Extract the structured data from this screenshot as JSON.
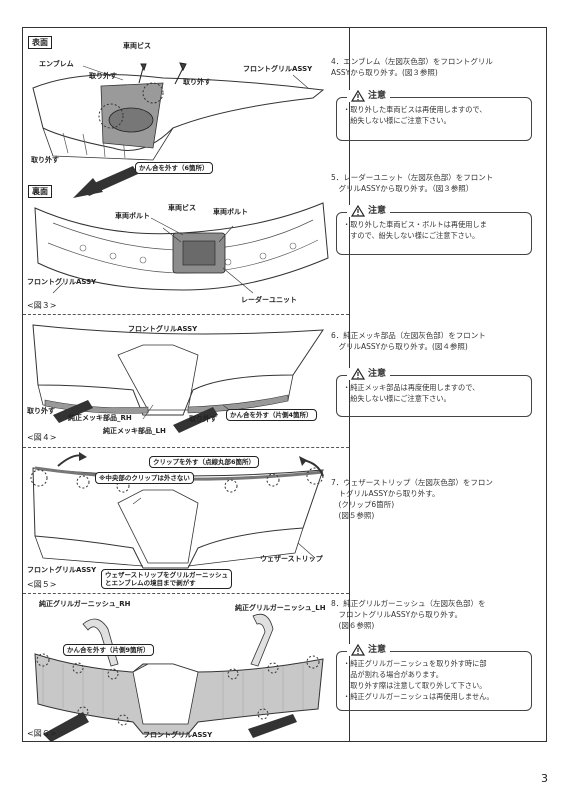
{
  "figures": {
    "fig3": {
      "front_tag": "表面",
      "back_tag": "裏面",
      "caption": "<図３>",
      "labels": {
        "sharyou_bisu_top": "車両ビス",
        "emblem": "エンブレム",
        "torihazusu_1": "取り外す",
        "torihazusu_2": "取り外す",
        "front_grille_assy_top": "フロントグリルASSY",
        "torihazusu_3": "取り外す",
        "kangou_box": "かん合を外す（6箇所）",
        "sharyou_bisu_back": "車両ビス",
        "sharyou_bolt_left": "車両ボルト",
        "sharyou_bolt_right": "車両ボルト",
        "front_grille_assy_back": "フロントグリルASSY",
        "radar_unit": "レーダーユニット"
      }
    },
    "fig4": {
      "caption": "<図４>",
      "labels": {
        "front_grille_assy": "フロントグリルASSY",
        "torihazusu_left": "取り外す",
        "mekki_rh": "純正メッキ部品_RH",
        "torihazusu_right": "取り外す",
        "kangou_box": "かん合を外す（片側4箇所）",
        "mekki_lh": "純正メッキ部品_LH"
      }
    },
    "fig5": {
      "caption": "<図５>",
      "labels": {
        "clip_box": "クリップを外す（点線丸部6箇所）",
        "center_clip_box": "※中央部のクリップは外さない",
        "weather_strip": "ウェザーストリップ",
        "front_grille_assy": "フロントグリルASSY",
        "peel_box_line1": "ウェザーストリップをグリルガーニッシュ",
        "peel_box_line2": "とエンブレムの境目まで剥がす"
      }
    },
    "fig6": {
      "caption": "<図６>",
      "labels": {
        "garnish_rh": "純正グリルガーニッシュ_RH",
        "garnish_lh": "純正グリルガーニッシュ_LH",
        "kangou_box": "かん合を外す（片側9箇所）",
        "front_grille_assy": "フロントグリルASSY"
      }
    }
  },
  "steps": {
    "s4": {
      "line1": "4．エンブレム（左図灰色部）をフロントグリル",
      "line2": "ASSYから取り外す。(図３参照)"
    },
    "c4": {
      "title": "注意",
      "line1": "・取り外した車両ビスは再使用しますので、",
      "line2": "　紛失しない様にご注意下さい。"
    },
    "s5": {
      "line1": "5．レーダーユニット（左図灰色部）をフロント",
      "line2": "　グリルASSYから取り外す。（図３参照）"
    },
    "c5": {
      "title": "注意",
      "line1": "・取り外した車両ビス・ボルトは再使用しま",
      "line2": "　すので、紛失しない様にご注意下さい。"
    },
    "s6": {
      "line1": "6．純正メッキ部品（左図灰色部）をフロント",
      "line2": "　グリルASSYから取り外す。(図４参照)"
    },
    "c6": {
      "title": "注意",
      "line1": "・純正メッキ部品は再度使用しますので、",
      "line2": "　紛失しない様にご注意下さい。"
    },
    "s7": {
      "line1": "7．ウェザーストリップ（左図灰色部）をフロン",
      "line2": "　トグリルASSYから取り外す。",
      "line3": "　(クリップ6箇所)",
      "line4": "　(図５参照)"
    },
    "s8": {
      "line1": "8．純正グリルガーニッシュ（左図灰色部）を",
      "line2": "　フロントグリルASSYから取り外す。",
      "line3": "　(図６参照)"
    },
    "c8": {
      "title": "注意",
      "line1": "・純正グリルガーニッシュを取り外す時に部",
      "line2": "　品が割れる場合があります。",
      "line3": "　取り外す際は注意して取り外して下さい。",
      "line4": "・純正グリルガーニッシュは再使用しません。"
    }
  },
  "page_number": "3"
}
